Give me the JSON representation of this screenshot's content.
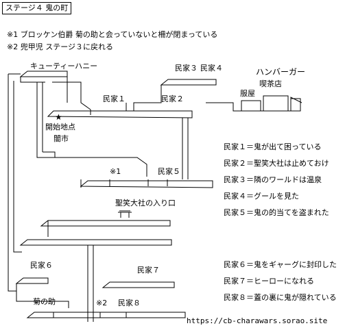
{
  "title": "ステージ４ 鬼の町",
  "notes": [
    "※1 ブロッケン伯爵 菊の助と会っていないと柵が閉まっている",
    "※2 兜甲児 ステージ３に戻れる"
  ],
  "labels": {
    "cutie_honey": "キューティーハニー",
    "house1": "民家１",
    "house2": "民家２",
    "house3": "民家３",
    "house4": "民家４",
    "house5": "民家５",
    "house6": "民家６",
    "house7": "民家７",
    "house8": "民家８",
    "start": "開始地点",
    "start_mark": "★",
    "black_market": "闇市",
    "note1_mark": "※1",
    "note2_mark": "※2",
    "shrine_entrance": "聖笑大社の入り口",
    "kikunosuke": "菊の助",
    "hamburger": "ハンバーガー",
    "cafe": "喫茶店",
    "clothing": "服屋"
  },
  "legend": [
    "民家１＝鬼が出て困っている",
    "民家２＝聖笑大社は止めておけ",
    "民家３＝隣のワールドは温泉",
    "民家４＝グールを見た",
    "民家５＝鬼の的当てを盗まれた",
    "民家６＝鬼をギャーグに封印した",
    "民家７＝ヒーローになれる",
    "民家８＝蓋の裏に鬼が隠れている"
  ],
  "url": "https://cb-charawars.sorao.site"
}
